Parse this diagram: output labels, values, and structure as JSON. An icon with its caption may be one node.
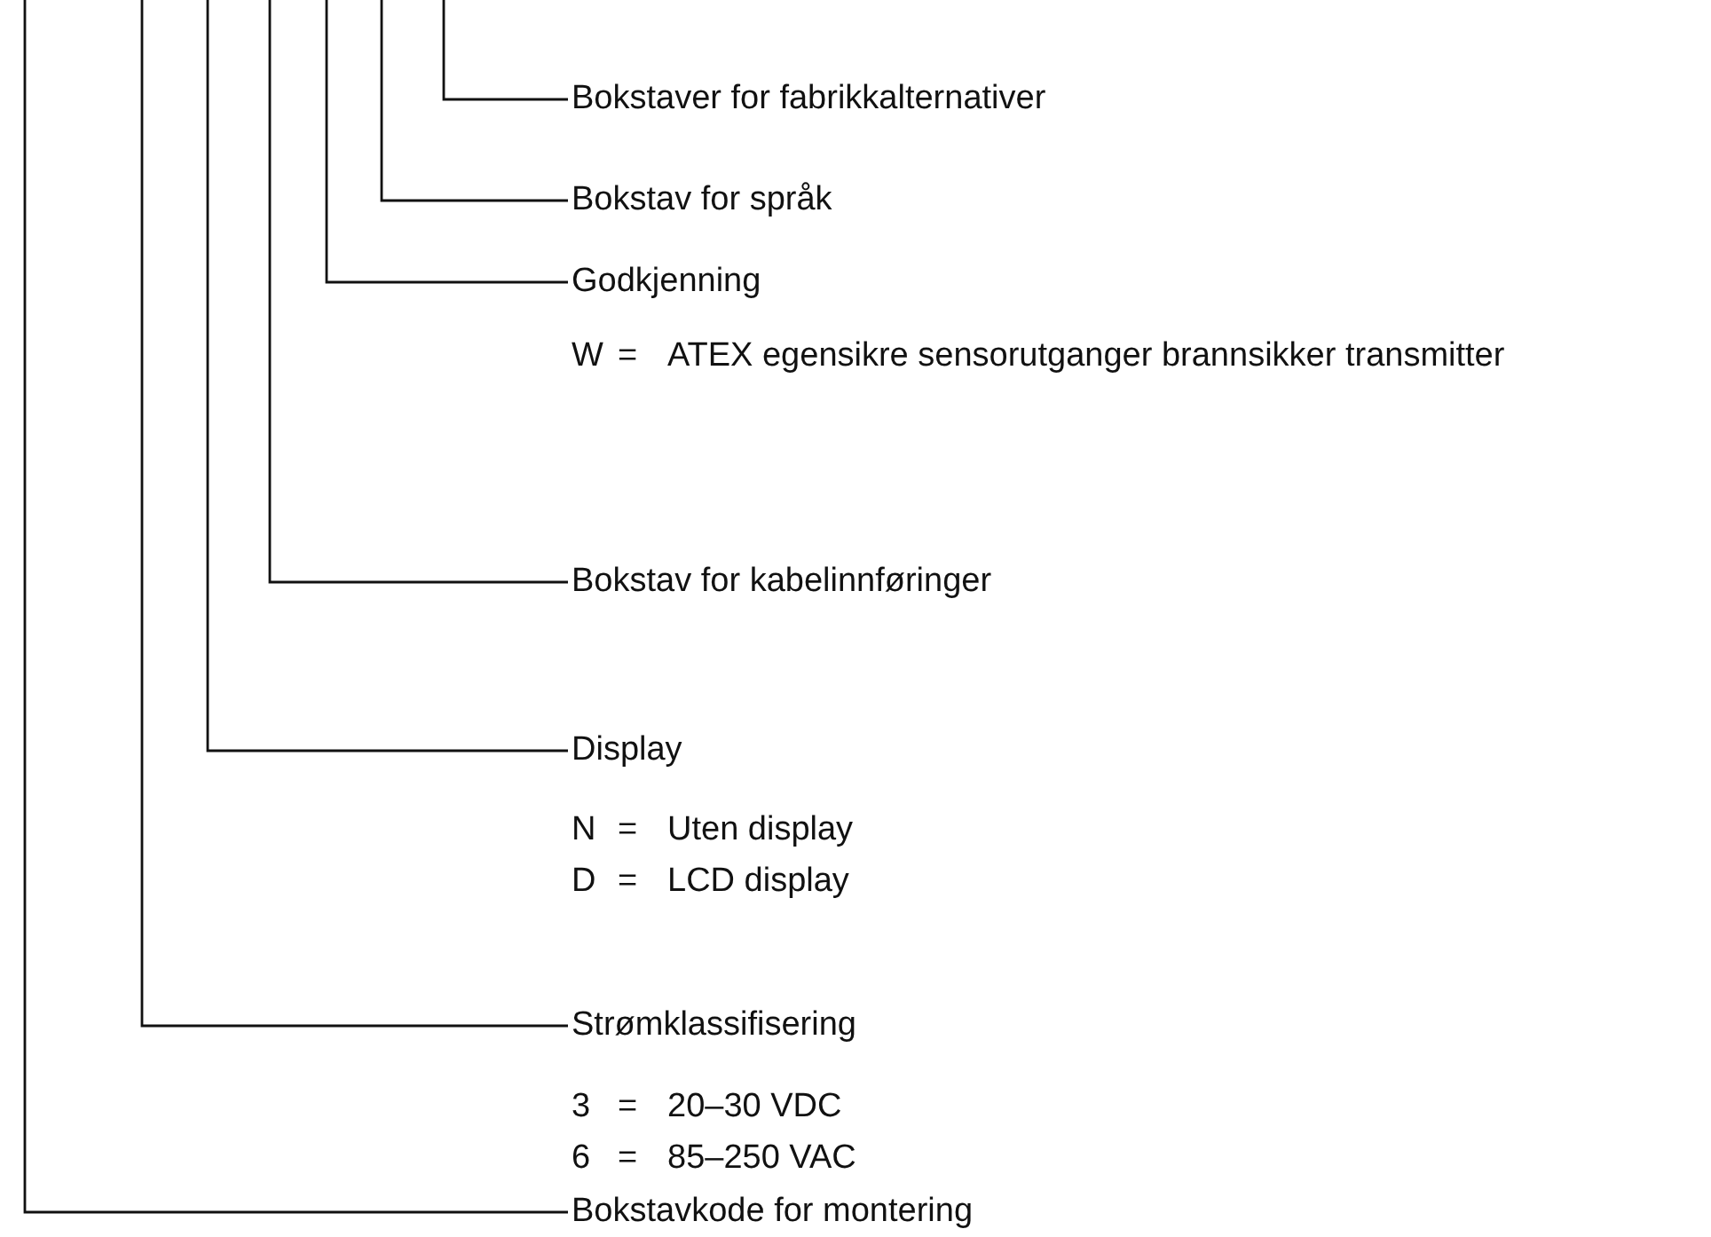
{
  "diagram": {
    "nodes": [
      {
        "text": [
          "Bokstaver for fabrikkalternativer"
        ]
      },
      {
        "text": [
          "Bokstav for språk"
        ]
      },
      {
        "text": [
          "Godkjenning"
        ]
      },
      {
        "text": [
          "Bokstav for kabelinnføringer"
        ]
      },
      {
        "text": [
          "Display"
        ]
      },
      {
        "text": [
          "Strømklassifisering"
        ]
      },
      {
        "text": [
          "Bokstavkode for montering"
        ]
      }
    ],
    "edges": [
      {
        "from": null,
        "to": 0,
        "arrow": "none"
      },
      {
        "from": null,
        "to": 1,
        "arrow": "none"
      },
      {
        "from": null,
        "to": 2,
        "arrow": "none"
      },
      {
        "from": null,
        "to": 3,
        "arrow": "none"
      },
      {
        "from": null,
        "to": 4,
        "arrow": "none"
      },
      {
        "from": null,
        "to": 5,
        "arrow": "none"
      },
      {
        "from": null,
        "to": 6,
        "arrow": "none"
      }
    ],
    "labels": [
      "W",
      "=",
      "ATEX egensikre sensorutganger brannsikker transmitter",
      "N",
      "=",
      "Uten display",
      "D",
      "=",
      "LCD display",
      "3",
      "=",
      "20–30 VDC",
      "6",
      "=",
      "85–250 VAC"
    ]
  }
}
